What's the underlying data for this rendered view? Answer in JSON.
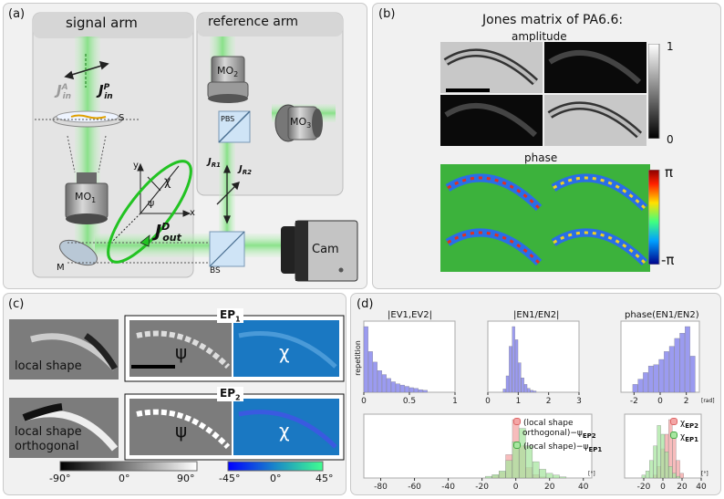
{
  "panel_a": {
    "label": "(a)",
    "signal_arm": "signal arm",
    "reference_arm": "reference arm",
    "j_in_a": "J",
    "j_in_a_sup": "A",
    "j_in_a_sub": "in",
    "j_in_p": "J",
    "j_in_p_sup": "P",
    "j_in_p_sub": "in",
    "sample": "S",
    "mo1": "MO",
    "mo1_sub": "1",
    "mo2": "MO",
    "mo2_sub": "2",
    "mo3": "MO",
    "mo3_sub": "3",
    "mirror": "M",
    "pbs": "PBS",
    "bs": "BS",
    "cam": "Cam",
    "jr1": "J",
    "jr1_sub": "R1",
    "jr2": "J",
    "jr2_sub": "R2",
    "j_out": "J",
    "j_out_sup": "D",
    "j_out_sub": "out",
    "axis_x": "x",
    "axis_y": "y",
    "chi": "χ",
    "psi": "ψ"
  },
  "panel_b": {
    "label": "(b)",
    "title": "Jones matrix of PA6.6:",
    "amplitude": "amplitude",
    "phase": "phase",
    "amp_max": "1",
    "amp_min": "0",
    "phase_max": "π",
    "phase_min": "-π"
  },
  "panel_c": {
    "label": "(c)",
    "local_shape": "local shape",
    "local_shape_orth_1": "local shape",
    "local_shape_orth_2": "orthogonal",
    "ep1": "EP",
    "ep1_sub": "1",
    "ep2": "EP",
    "ep2_sub": "2",
    "psi": "ψ",
    "chi": "χ",
    "cbar1_ticks": [
      "-90°",
      "0°",
      "90°"
    ],
    "cbar2_ticks": [
      "-45°",
      "0°",
      "45°"
    ]
  },
  "panel_d": {
    "label": "(d)",
    "ylabel": "repetition",
    "hist1_title": "|EV1,EV2|",
    "hist2_title": "|EN1/EN2|",
    "hist3_title": "phase(EN1/EN2)",
    "hist3_unit": "[rad]",
    "legend_a_1": "(local shape",
    "legend_a_2": "orthogonal)−ψ",
    "legend_a_sub": "EP2",
    "legend_b_1": "(local shape)−ψ",
    "legend_b_sub": "EP1",
    "legend_c": "χ",
    "legend_c_sub": "EP2",
    "legend_d": "χ",
    "legend_d_sub": "EP1",
    "deg_unit": "[°]",
    "colors": {
      "blue": "#9b9bf0",
      "red": "#f4a6a6",
      "green": "#a8e6a0"
    }
  },
  "chart_data": [
    {
      "type": "bar",
      "title": "|EV1,EV2|",
      "ylabel": "repetition",
      "x_ticks": [
        "0",
        "0.5",
        "1"
      ],
      "xlim": [
        0,
        1
      ],
      "bin_centers": [
        0.025,
        0.075,
        0.125,
        0.175,
        0.225,
        0.275,
        0.325,
        0.375,
        0.425,
        0.475,
        0.525,
        0.575,
        0.625,
        0.675
      ],
      "values": [
        1.0,
        0.62,
        0.46,
        0.33,
        0.27,
        0.21,
        0.16,
        0.13,
        0.11,
        0.09,
        0.07,
        0.06,
        0.04,
        0.03
      ]
    },
    {
      "type": "bar",
      "title": "|EN1/EN2|",
      "x_ticks": [
        "0",
        "1",
        "2",
        "3"
      ],
      "xlim": [
        0,
        3
      ],
      "bin_centers": [
        0.55,
        0.65,
        0.75,
        0.85,
        0.95,
        1.05,
        1.15,
        1.25,
        1.35,
        1.45,
        1.55
      ],
      "values": [
        0.05,
        0.25,
        0.7,
        1.0,
        0.8,
        0.45,
        0.22,
        0.12,
        0.06,
        0.03,
        0.02
      ]
    },
    {
      "type": "bar",
      "title": "phase(EN1/EN2)",
      "xlabel": "[rad]",
      "x_ticks": [
        "-2",
        "0",
        "2"
      ],
      "xlim": [
        -3,
        3
      ],
      "bin_centers": [
        -1.9,
        -1.5,
        -1.1,
        -0.7,
        -0.3,
        0.1,
        0.5,
        0.9,
        1.3,
        1.7,
        2.1,
        2.5
      ],
      "values": [
        0.12,
        0.2,
        0.3,
        0.4,
        0.42,
        0.5,
        0.62,
        0.7,
        0.82,
        0.9,
        1.0,
        0.55
      ]
    },
    {
      "type": "bar",
      "xlabel": "[°]",
      "x_ticks": [
        "-80",
        "-60",
        "-40",
        "-20",
        "0",
        "20",
        "40"
      ],
      "xlim": [
        -90,
        45
      ],
      "series": [
        {
          "name": "(local shape orthogonal)−ψEP2",
          "color": "red",
          "bin_centers": [
            -12,
            -8,
            -4,
            0,
            4,
            8,
            12,
            16
          ],
          "values": [
            0.04,
            0.1,
            0.4,
            1.0,
            0.55,
            0.18,
            0.06,
            0.02
          ]
        },
        {
          "name": "(local shape)−ψEP1",
          "color": "green",
          "bin_centers": [
            -16,
            -12,
            -8,
            -4,
            0,
            4,
            8,
            12,
            16,
            20,
            24,
            28
          ],
          "values": [
            0.03,
            0.06,
            0.12,
            0.3,
            0.62,
            0.85,
            0.55,
            0.28,
            0.15,
            0.08,
            0.05,
            0.02
          ]
        }
      ]
    },
    {
      "type": "bar",
      "xlabel": "[°]",
      "x_ticks": [
        "-20",
        "0",
        "20",
        "40"
      ],
      "xlim": [
        -40,
        40
      ],
      "series": [
        {
          "name": "χEP2",
          "color": "red",
          "bin_centers": [
            -8,
            -4,
            0,
            4,
            8,
            12,
            16,
            20
          ],
          "values": [
            0.05,
            0.2,
            0.5,
            0.75,
            1.0,
            0.7,
            0.3,
            0.08
          ]
        },
        {
          "name": "χEP1",
          "color": "green",
          "bin_centers": [
            -20,
            -16,
            -12,
            -8,
            -4,
            0,
            4,
            8,
            12,
            16
          ],
          "values": [
            0.05,
            0.12,
            0.3,
            0.55,
            0.9,
            0.75,
            0.45,
            0.2,
            0.08,
            0.03
          ]
        }
      ]
    }
  ]
}
